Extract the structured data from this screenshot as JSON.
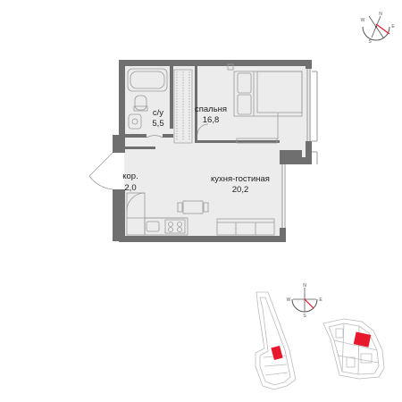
{
  "rooms": {
    "bathroom": {
      "name": "с/у",
      "area": "5,5"
    },
    "bedroom": {
      "name": "спальня",
      "area": "16,8"
    },
    "corridor": {
      "name": "кор.",
      "area": "2,0"
    },
    "living": {
      "name": "кухня-гостиная",
      "area": "20,2"
    }
  },
  "compass": {
    "north": "N",
    "east": "E",
    "south": "S",
    "west": "W"
  },
  "colors": {
    "wall": "#6f6f6f",
    "floor": "#ececec",
    "highlight": "#e8182c",
    "line": "#9a9a9a"
  }
}
